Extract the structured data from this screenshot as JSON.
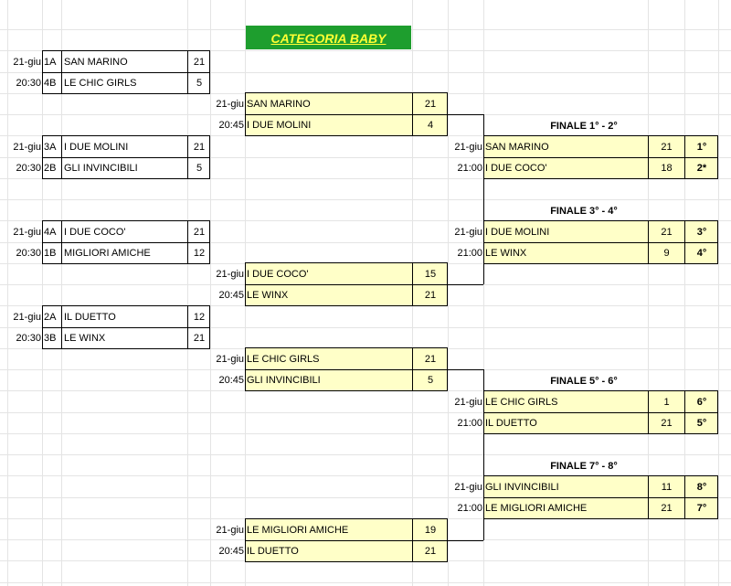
{
  "title": "CATEGORIA BABY",
  "round1": [
    {
      "date": "21-giu",
      "time": "20:30",
      "code1": "1A",
      "team1": "SAN MARINO",
      "score1": "21",
      "code2": "4B",
      "team2": "LE CHIC GIRLS",
      "score2": "5"
    },
    {
      "date": "21-giu",
      "time": "20:30",
      "code1": "3A",
      "team1": "I DUE MOLINI",
      "score1": "21",
      "code2": "2B",
      "team2": "GLI INVINCIBILI",
      "score2": "5"
    },
    {
      "date": "21-giu",
      "time": "20:30",
      "code1": "4A",
      "team1": "I DUE COCO'",
      "score1": "21",
      "code2": "1B",
      "team2": "MIGLIORI AMICHE",
      "score2": "12"
    },
    {
      "date": "21-giu",
      "time": "20:30",
      "code1": "2A",
      "team1": "IL DUETTO",
      "score1": "12",
      "code2": "3B",
      "team2": "LE WINX",
      "score2": "21"
    }
  ],
  "round2": [
    {
      "date": "21-giu",
      "time": "20:45",
      "team1": "SAN MARINO",
      "score1": "21",
      "team2": "I DUE MOLINI",
      "score2": "4"
    },
    {
      "date": "21-giu",
      "time": "20:45",
      "team1": "I DUE COCO'",
      "score1": "15",
      "team2": "LE WINX",
      "score2": "21"
    },
    {
      "date": "21-giu",
      "time": "20:45",
      "team1": "LE CHIC GIRLS",
      "score1": "21",
      "team2": "GLI INVINCIBILI",
      "score2": "5"
    },
    {
      "date": "21-giu",
      "time": "20:45",
      "team1": "LE MIGLIORI AMICHE",
      "score1": "19",
      "team2": "IL DUETTO",
      "score2": "21"
    }
  ],
  "finals": [
    {
      "title": "FINALE 1° - 2°",
      "date": "21-giu",
      "time": "21:00",
      "team1": "SAN MARINO",
      "score1": "21",
      "place1": "1°",
      "team2": "I DUE COCO'",
      "score2": "18",
      "place2": "2*"
    },
    {
      "title": "FINALE 3° - 4°",
      "date": "21-giu",
      "time": "21:00",
      "team1": "I DUE MOLINI",
      "score1": "21",
      "place1": "3°",
      "team2": "LE WINX",
      "score2": "9",
      "place2": "4°"
    },
    {
      "title": "FINALE 5° - 6°",
      "date": "21-giu",
      "time": "21:00",
      "team1": "LE CHIC GIRLS",
      "score1": "1",
      "place1": "6°",
      "team2": "IL DUETTO",
      "score2": "21",
      "place2": "5°"
    },
    {
      "title": "FINALE 7° - 8°",
      "date": "21-giu",
      "time": "21:00",
      "team1": "GLI INVINCIBILI",
      "score1": "11",
      "place1": "8°",
      "team2": "LE MIGLIORI AMICHE",
      "score2": "21",
      "place2": "7°"
    }
  ],
  "colors": {
    "title_bg": "#1e9e2e",
    "title_text": "#ffff33",
    "box_fill": "#ffffc8",
    "grid": "#e4e4e4"
  }
}
